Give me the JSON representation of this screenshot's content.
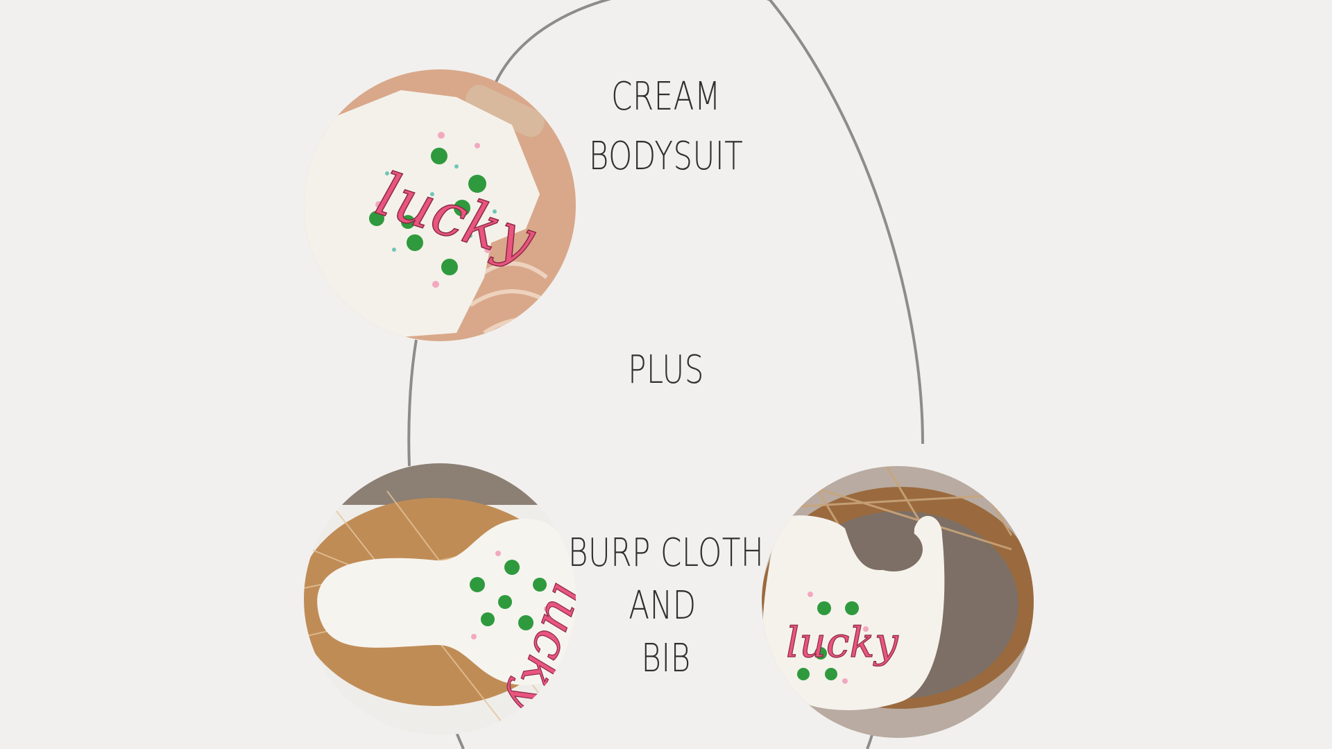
{
  "labels": {
    "line1": "CREAM",
    "line2": "BODYSUIT",
    "plus": "PLUS",
    "line3": "BURP CLOTH",
    "line4": "AND",
    "line5": "BIB"
  },
  "photos": {
    "bodysuit": {
      "print_text": "lucky",
      "icon": "bodysuit-photo"
    },
    "burp_cloth": {
      "print_text": "lucky",
      "icon": "burp-cloth-photo"
    },
    "bib": {
      "print_text": "lucky",
      "icon": "bib-photo"
    }
  },
  "colors": {
    "background": "#f1f0ee",
    "arch_stroke": "#8e8c89",
    "print_pink": "#e8557f",
    "clover_green": "#2e9a3d",
    "fabric_cream": "#f4f1ea",
    "blanket_peach": "#d9a88a",
    "woven_tan": "#c08c56"
  }
}
